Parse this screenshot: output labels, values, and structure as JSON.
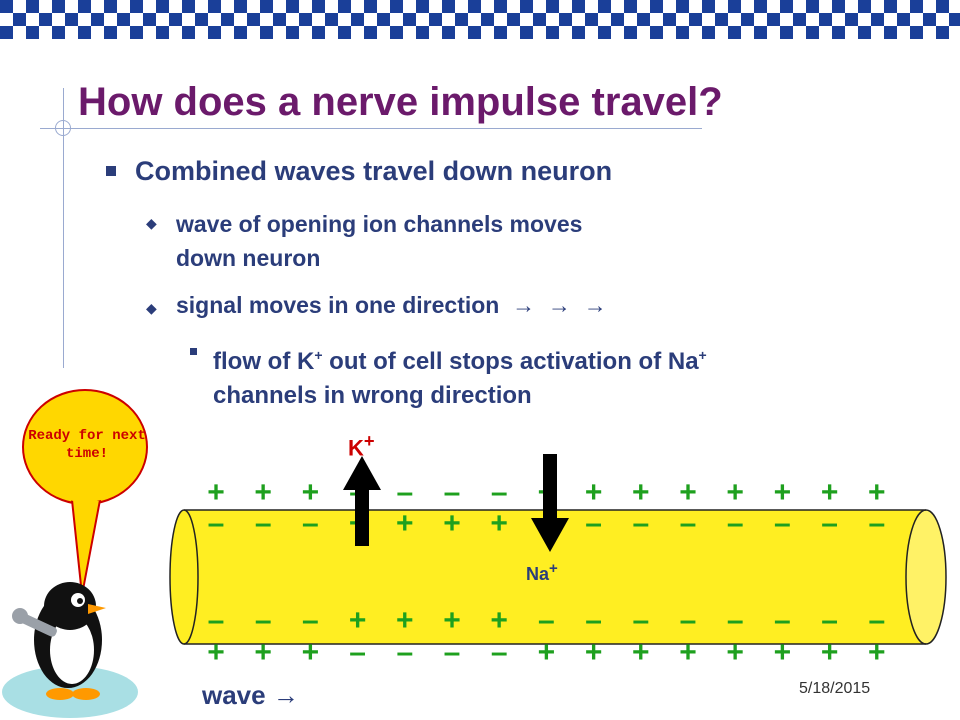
{
  "slide": {
    "title": "How does a nerve impulse travel?",
    "bullet_1": "Combined waves travel down neuron",
    "bullet_1a": "wave of opening ion channels moves down neuron",
    "bullet_1b": "signal moves in one direction → → →",
    "bullet_1b_i": "flow of K⁺ out of cell stops activation of Na⁺ channels in wrong direction",
    "date": "5/18/2015"
  },
  "callout": {
    "text": "Ready for next time!"
  },
  "diagram": {
    "k_label": "K",
    "k_charge": "+",
    "na_label": "Na",
    "na_charge": "+",
    "wave_label": "wave →",
    "top_outside": [
      "+",
      "+",
      "+",
      "–",
      "–",
      "–",
      "–",
      "+",
      "+",
      "+",
      "+",
      "+",
      "+",
      "+",
      "+"
    ],
    "top_inside": [
      "–",
      "–",
      "–",
      "+",
      "+",
      "+",
      "+",
      "–",
      "–",
      "–",
      "–",
      "–",
      "–",
      "–",
      "–"
    ],
    "bottom_inside": [
      "–",
      "–",
      "–",
      "+",
      "+",
      "+",
      "+",
      "–",
      "–",
      "–",
      "–",
      "–",
      "–",
      "–",
      "–"
    ],
    "bottom_outside": [
      "+",
      "+",
      "+",
      "–",
      "–",
      "–",
      "–",
      "+",
      "+",
      "+",
      "+",
      "+",
      "+",
      "+",
      "+"
    ]
  },
  "colors": {
    "title": "#6b1a6b",
    "text": "#2b3d7a",
    "charge": "#1ea01e",
    "axon": "#ffee22",
    "top_bar": "#1a3f99"
  }
}
